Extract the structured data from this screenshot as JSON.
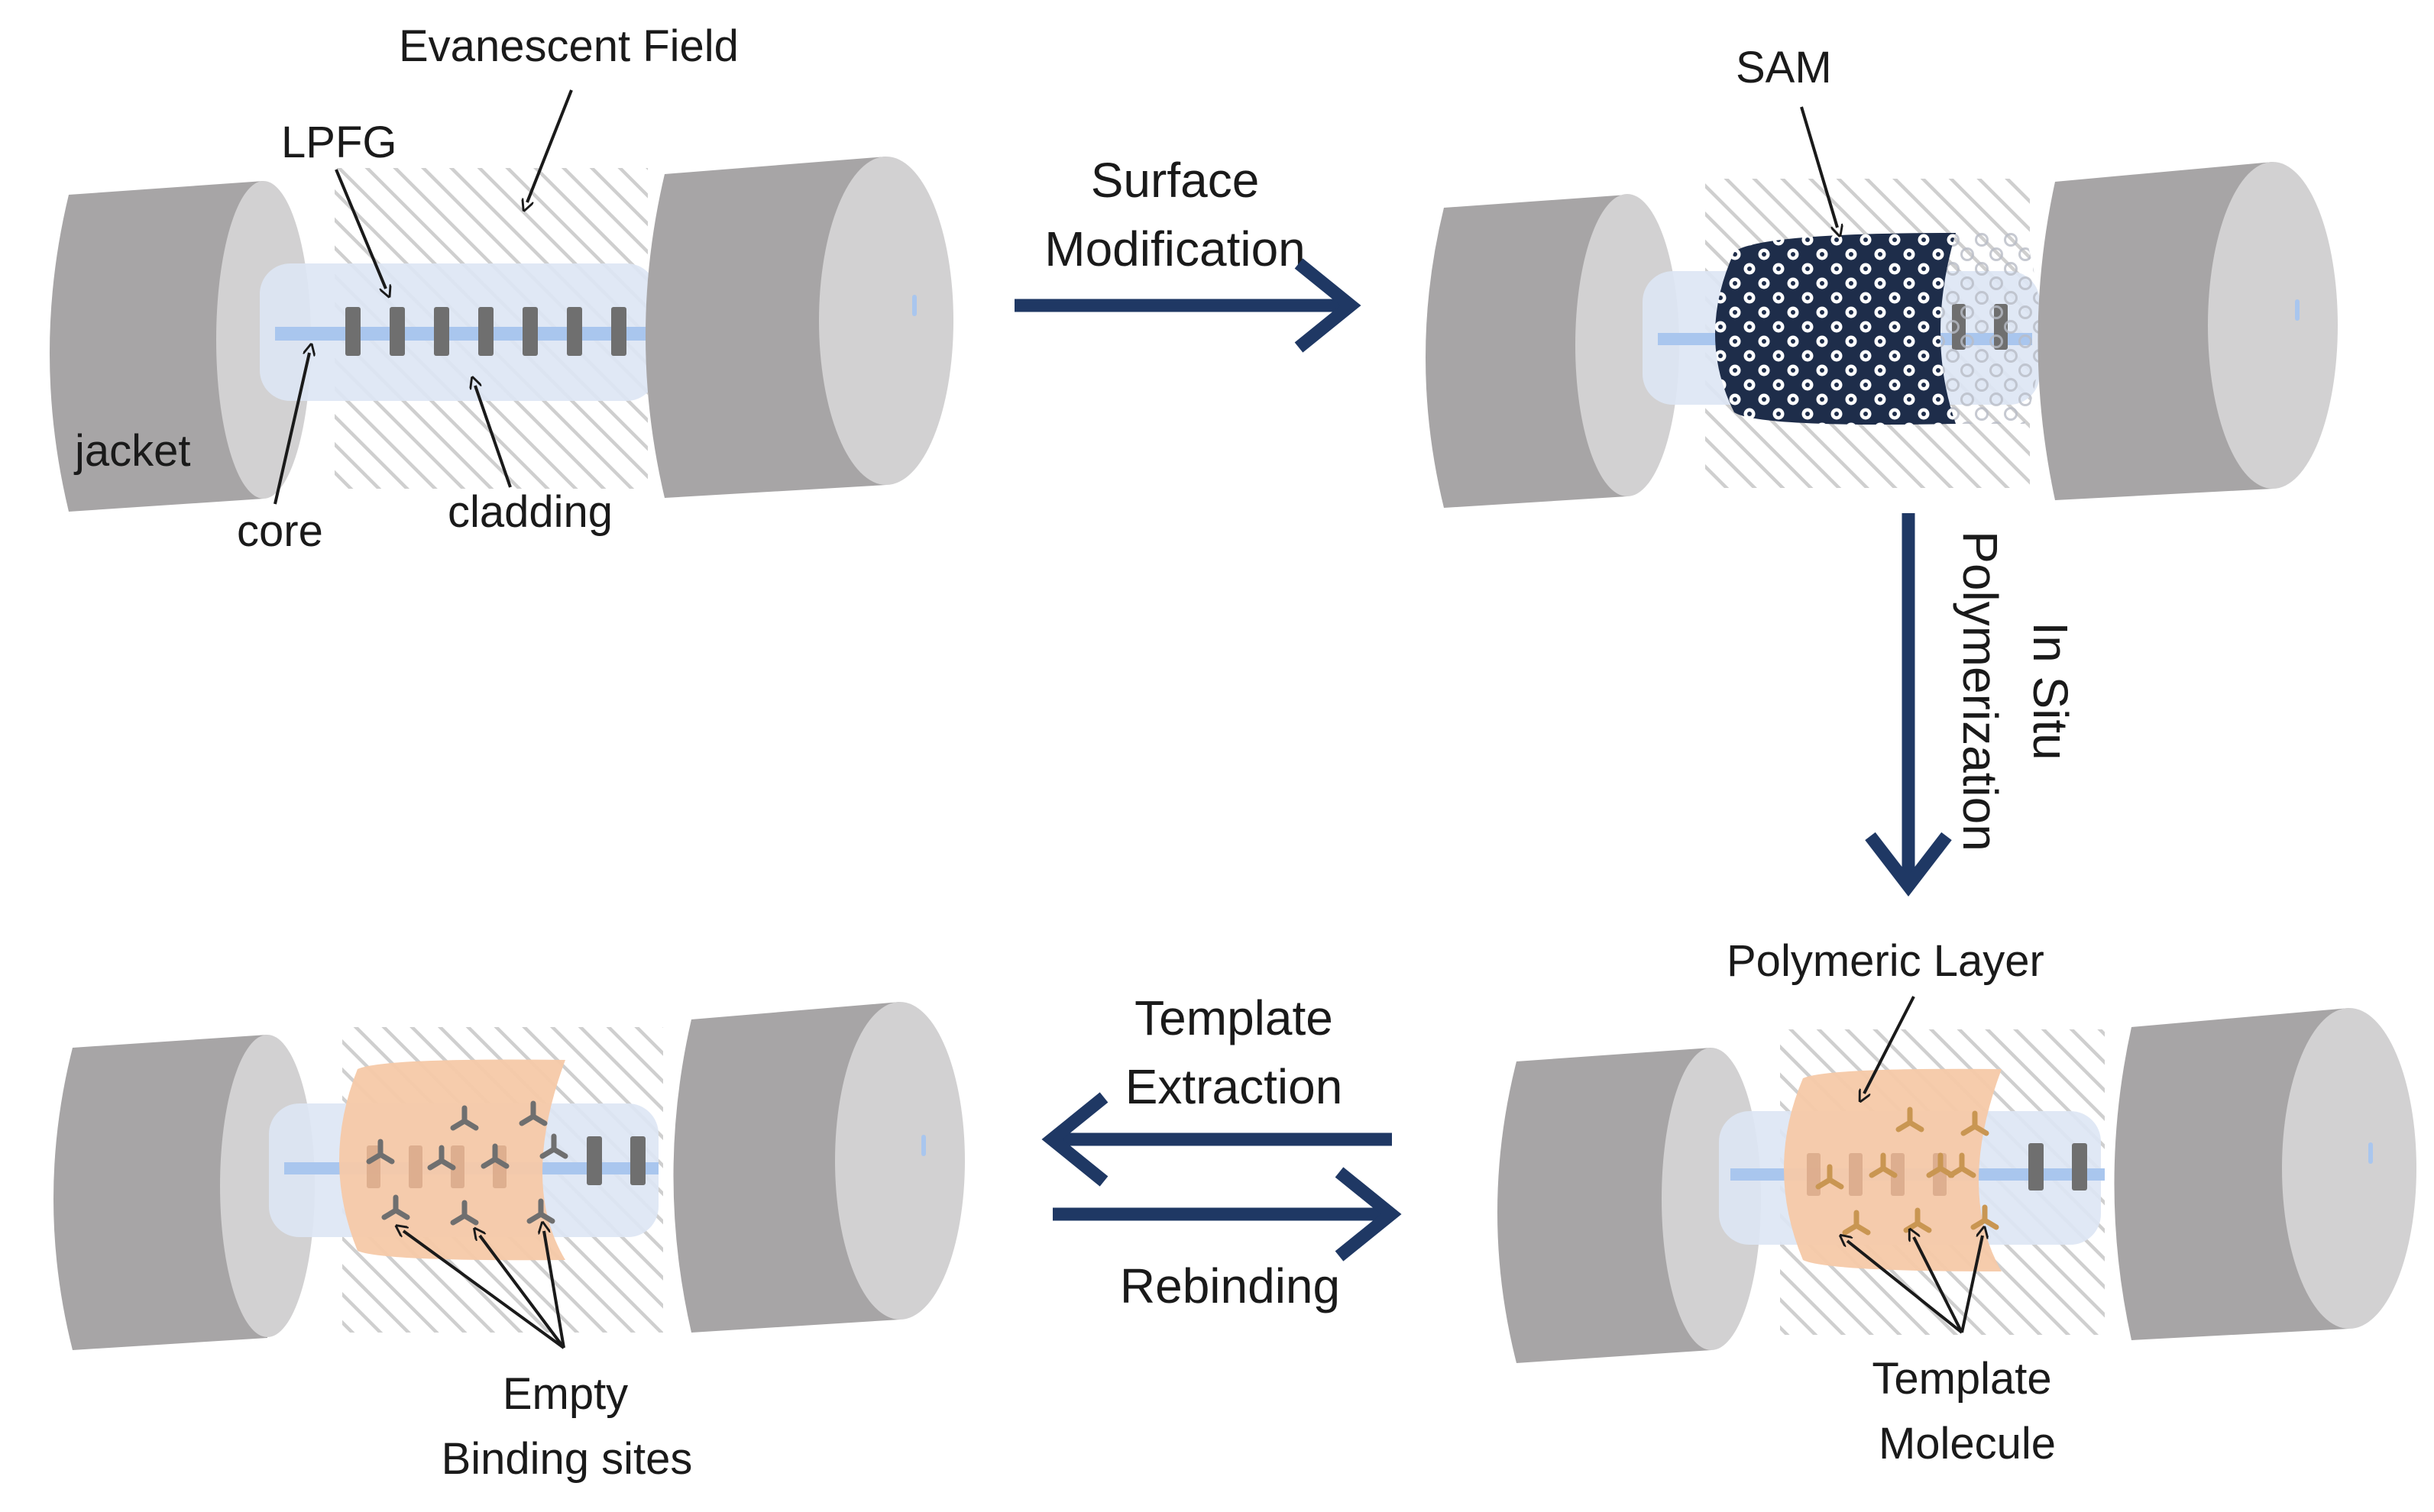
{
  "panels": {
    "bare_fiber": {
      "labels": {
        "evanescent_field": "Evanescent Field",
        "lpfg": "LPFG",
        "jacket": "jacket",
        "core": "core",
        "cladding": "cladding"
      }
    },
    "sam_fiber": {
      "labels": {
        "sam": "SAM"
      }
    },
    "polymer_fiber": {
      "labels": {
        "polymeric_layer": "Polymeric Layer",
        "template_molecule_line1": "Template",
        "template_molecule_line2": "Molecule"
      }
    },
    "extracted_fiber": {
      "labels": {
        "empty_sites_line1": "Empty",
        "empty_sites_line2": "Binding sites"
      }
    }
  },
  "steps": {
    "surface_modification": {
      "line1": "Surface",
      "line2": "Modification"
    },
    "in_situ_polymerization": {
      "line1": "In Situ",
      "line2": "Polymerization"
    },
    "template_extraction": {
      "line1": "Template",
      "line2": "Extraction"
    },
    "rebinding": {
      "line1": "Rebinding"
    }
  },
  "colors": {
    "jacket": "#a7a5a6",
    "jacket_face": "#d2d1d2",
    "cladding": "#dde6f4",
    "core": "#a9c6ee",
    "grating": "#6f6f6f",
    "sam": "#1e2d4a",
    "polymer": "#f6c9a8",
    "template_molecule": "#c99652",
    "empty_site": "#6f6f6f",
    "arrow": "#1f3864"
  }
}
